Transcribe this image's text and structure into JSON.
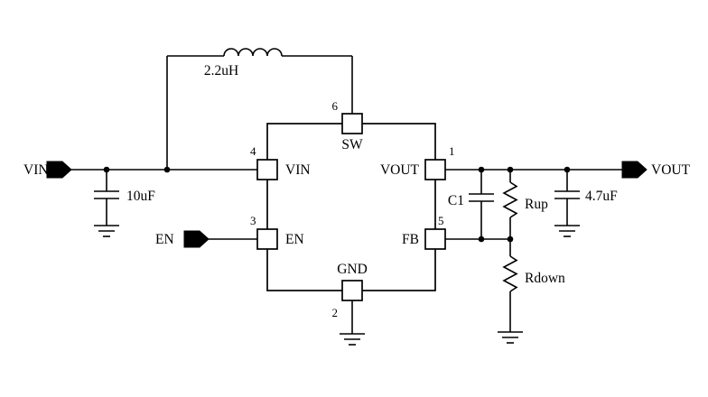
{
  "labels": {
    "io_vin": "VIN",
    "io_en": "EN",
    "io_vout": "VOUT",
    "inductor": "2.2uH",
    "cin": "10uF",
    "c1": "C1",
    "rup": "Rup",
    "rdown": "Rdown",
    "cout": "4.7uF"
  },
  "ic": {
    "pin_vout": {
      "num": "1",
      "name": "VOUT"
    },
    "pin_gnd": {
      "num": "2",
      "name": "GND"
    },
    "pin_en": {
      "num": "3",
      "name": "EN"
    },
    "pin_vin": {
      "num": "4",
      "name": "VIN"
    },
    "pin_fb": {
      "num": "5",
      "name": "FB"
    },
    "pin_sw": {
      "num": "6",
      "name": "SW"
    }
  }
}
